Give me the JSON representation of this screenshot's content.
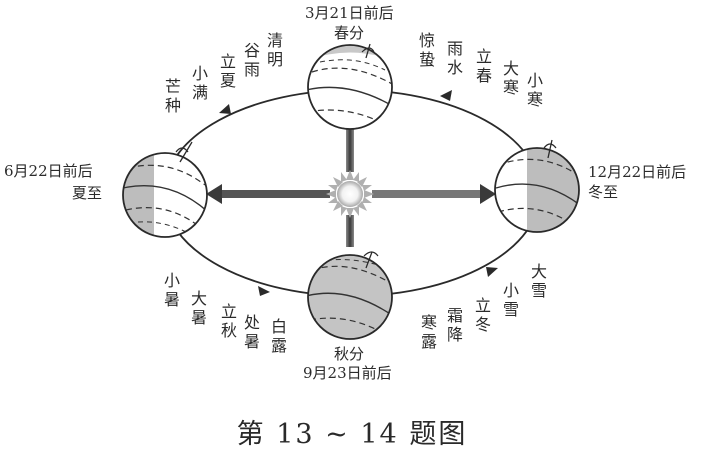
{
  "figure": {
    "caption": "第 13 ~ 14 题图",
    "colors": {
      "line": "#2a2a2a",
      "night_shade": "#bdbdbd",
      "arrow": "#555555",
      "background": "#ffffff"
    }
  },
  "positions": {
    "spring": {
      "date": "3月21日前后",
      "term": "春分"
    },
    "summer": {
      "date": "6月22日前后",
      "term": "夏至"
    },
    "autumn": {
      "term": "秋分",
      "date": "9月23日前后"
    },
    "winter": {
      "date": "12月22日前后",
      "term": "冬至"
    }
  },
  "solar_terms": {
    "spring_to_summer": [
      "清明",
      "谷雨",
      "立夏",
      "小满",
      "芒种"
    ],
    "winter_to_spring": [
      "惊蛰",
      "雨水",
      "立春",
      "大寒",
      "小寒"
    ],
    "summer_to_autumn": [
      "小暑",
      "大暑",
      "立秋",
      "处暑",
      "白露"
    ],
    "autumn_to_winter": [
      "寒露",
      "霜降",
      "立冬",
      "小雪",
      "大雪"
    ]
  },
  "icons": {
    "sun": "sun-icon",
    "earth": "earth-globe-icon",
    "orbit_arrow": "orbit-direction-arrow-icon",
    "rotation": "rotation-direction-icon"
  }
}
